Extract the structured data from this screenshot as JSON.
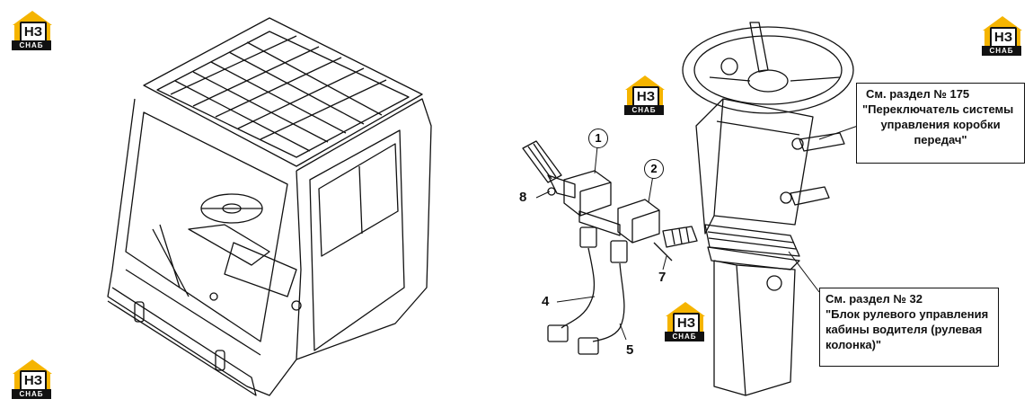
{
  "logos": [
    {
      "mono": "НЗ",
      "wordmark": "СНАБ"
    },
    {
      "mono": "НЗ",
      "wordmark": "СНАБ"
    },
    {
      "mono": "НЗ",
      "wordmark": "СНАБ"
    },
    {
      "mono": "НЗ",
      "wordmark": "СНАБ"
    },
    {
      "mono": "НЗ",
      "wordmark": "СНАБ"
    }
  ],
  "parts": {
    "p1": "1",
    "p2": "2",
    "p4": "4",
    "p5": "5",
    "p7": "7",
    "p8": "8"
  },
  "callout_top": {
    "line1": "См. раздел № 175",
    "line2": "\"Переключатель системы",
    "line3": "управления коробки",
    "line4": "передач\""
  },
  "callout_bottom": {
    "line1": "См. раздел № 32",
    "line2": "\"Блок рулевого управления",
    "line3": "кабины водителя (рулевая",
    "line4": "колонка)\""
  }
}
